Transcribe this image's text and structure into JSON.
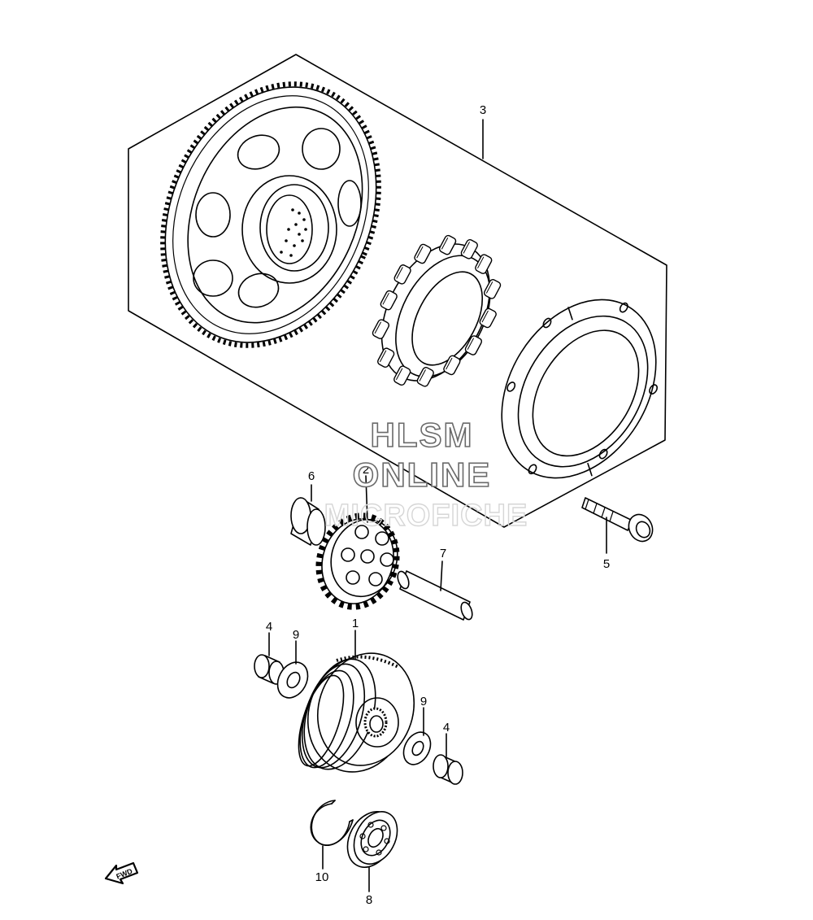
{
  "diagram": {
    "watermark": {
      "line1": "HLSM",
      "line2": "ONLINE",
      "line3": "MICROFICHE"
    },
    "fwd_label": "FWD",
    "callouts": {
      "c1": "1",
      "c2": "2",
      "c3": "3",
      "c4a": "4",
      "c4b": "4",
      "c5": "5",
      "c6": "6",
      "c7": "7",
      "c8": "8",
      "c9a": "9",
      "c9b": "9",
      "c10": "10"
    }
  }
}
